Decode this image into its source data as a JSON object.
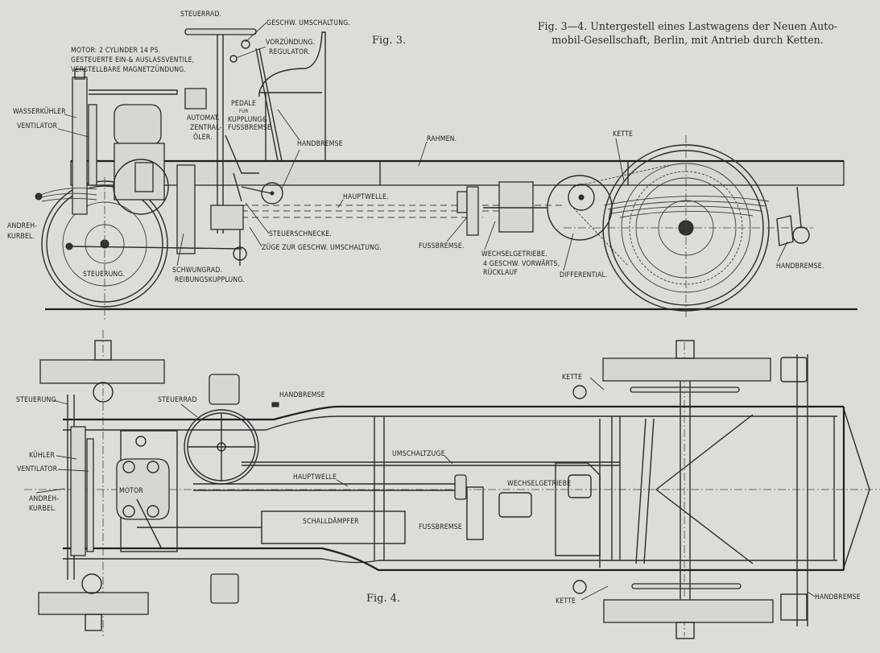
{
  "caption": {
    "line1": "Fig. 3—4.  Untergestell eines Lastwagens der Neuen Auto-",
    "line2": "mobil-Gesellschaft, Berlin, mit Antrieb durch Ketten."
  },
  "figures": {
    "fig3": "Fig. 3.",
    "fig4": "Fig. 4."
  },
  "side_view": {
    "labels": {
      "steuerrad": "STEUERRAD.",
      "geschw_umschaltung": "GESCHW. UMSCHALTUNG.",
      "vorzuendung": "VORZÜNDUNG.",
      "regulator": "REGULATOR.",
      "motor_1": "MOTOR: 2 CYLINDER  14 PS.",
      "motor_2": "GESTEUERTE EIN-& AUSLASSVENTILE,",
      "motor_3": "VERSTELLBARE MAGNETZÜNDUNG.",
      "wasserkuehler": "WASSERKÜHLER",
      "ventilator": "VENTILATOR",
      "automat_1": "AUTOMAT.",
      "automat_2": "ZENTRAL-",
      "automat_3": "ÖLER.",
      "pedale_1": "PEDALE",
      "pedale_2": "FUR",
      "pedale_3": "KUPPLUNG&",
      "pedale_4": "FUSSBREMSE",
      "handbremse": "HANDBREMSE",
      "rahmen": "RAHMEN.",
      "kette": "KETTE",
      "hauptwelle": "HAUPTWELLE.",
      "andreh_1": "ANDREH-",
      "andreh_2": "KURBEL.",
      "steuerschnecke": "STEUERSCHNECKE.",
      "zuege": "ZÜGE ZUR GESCHW. UMSCHALTUNG.",
      "steuerung": "STEUERUNG.",
      "schwungrad_1": "SCHWUNGRAD.",
      "schwungrad_2": "REIBUNGSKUPPLUNG.",
      "fussbremse": "FUSSBREMSE.",
      "wechsel_1": "WECHSELGETRIEBE.",
      "wechsel_2": "4 GESCHW. VORWÄRTS,",
      "wechsel_3": "RÜCKLAUF",
      "differential": "DIFFERENTIAL.",
      "handbremse_rear": "HANDBREMSE."
    }
  },
  "top_view": {
    "labels": {
      "steuerung": "STEUERUNG.",
      "steuerrad": "STEUERRAD",
      "handbremse": "HANDBREMSE",
      "kuehler": "KÜHLER",
      "ventilator": "VENTILATOR",
      "andreh_1": "ANDREH-",
      "andreh_2": "KURBEL.",
      "motor": "MOTOR",
      "hauptwelle": "HAUPTWELLE",
      "umschaltzuge": "UMSCHALTZUGE",
      "wechselgetriebe": "WECHSELGETRIEBE",
      "schalldaempfer": "SCHALLDÄMPFER",
      "fussbremse": "FUSSBREMSE",
      "kette_top": "KETTE",
      "kette_bottom": "KETTE",
      "handbremse_rear": "HANDBREMSE"
    }
  }
}
